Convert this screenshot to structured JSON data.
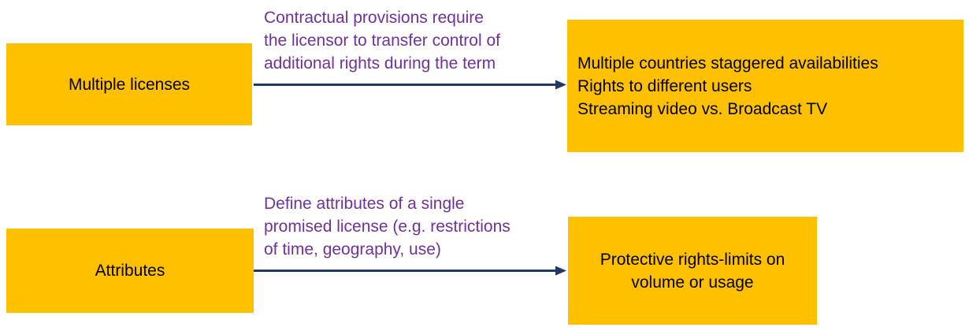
{
  "diagram": {
    "colors": {
      "box_fill": "#FFC000",
      "box_text": "#000000",
      "label_text": "#7030A0",
      "arrow": "#1F3864"
    },
    "rows": [
      {
        "source": "Multiple licenses",
        "arrow_label_lines": [
          "Contractual provisions require",
          "the licensor to transfer control of",
          "additional rights during the term"
        ],
        "target_lines": [
          "Multiple countries staggered availabilities",
          "Rights to different users",
          "Streaming video vs. Broadcast TV"
        ]
      },
      {
        "source": "Attributes",
        "arrow_label_lines": [
          "Define attributes of a single",
          "promised license (e.g. restrictions",
          "of time, geography, use)"
        ],
        "target_lines": [
          "Protective rights-limits on",
          "volume or usage"
        ]
      }
    ]
  }
}
